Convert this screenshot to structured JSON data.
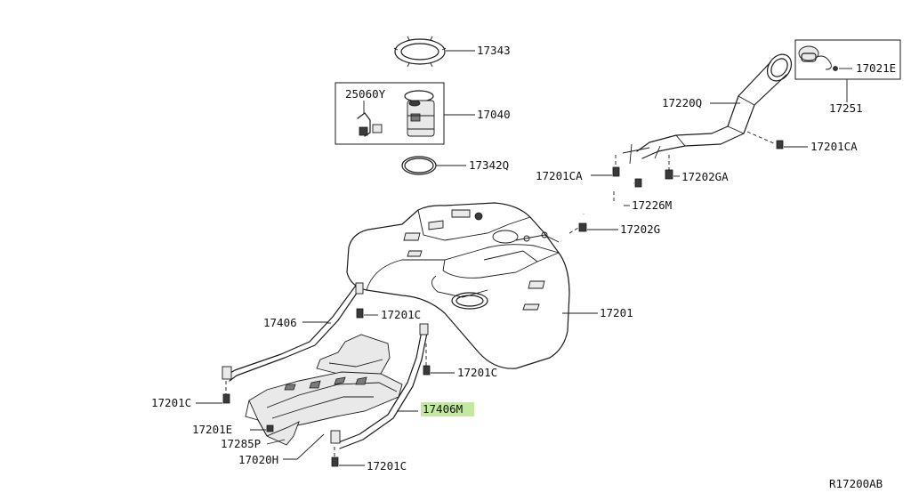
{
  "diagram_id": "R17200AB",
  "highlighted_part": "17406M",
  "parts": [
    {
      "key": "p17343",
      "number": "17343"
    },
    {
      "key": "p25060Y",
      "number": "25060Y"
    },
    {
      "key": "p17040",
      "number": "17040"
    },
    {
      "key": "p17342Q",
      "number": "17342Q"
    },
    {
      "key": "p17220Q",
      "number": "17220Q"
    },
    {
      "key": "p17021E",
      "number": "17021E"
    },
    {
      "key": "p17251",
      "number": "17251"
    },
    {
      "key": "p17201CA_a",
      "number": "17201CA"
    },
    {
      "key": "p17201CA_b",
      "number": "17201CA"
    },
    {
      "key": "p17202GA",
      "number": "17202GA"
    },
    {
      "key": "p17226M",
      "number": "17226M"
    },
    {
      "key": "p17202G",
      "number": "17202G"
    },
    {
      "key": "p17201",
      "number": "17201"
    },
    {
      "key": "p17406",
      "number": "17406"
    },
    {
      "key": "p17201C_a",
      "number": "17201C"
    },
    {
      "key": "p17201C_b",
      "number": "17201C"
    },
    {
      "key": "p17201C_c",
      "number": "17201C"
    },
    {
      "key": "p17201C_d",
      "number": "17201C"
    },
    {
      "key": "p17406M",
      "number": "17406M"
    },
    {
      "key": "p17201E",
      "number": "17201E"
    },
    {
      "key": "p17285P",
      "number": "17285P"
    },
    {
      "key": "p17020H",
      "number": "17020H"
    }
  ]
}
